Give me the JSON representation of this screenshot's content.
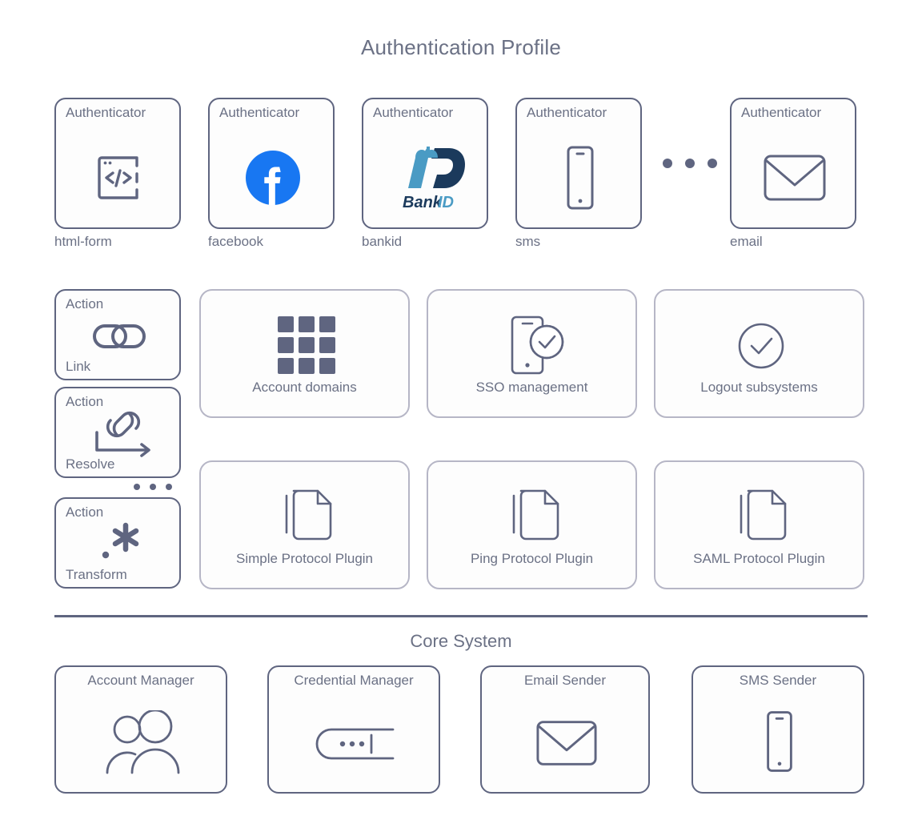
{
  "title": "Authentication Profile",
  "core_title": "Core System",
  "authenticators": {
    "card_caption": "Authenticator",
    "items": [
      {
        "label": "html-form",
        "icon": "code-window-icon"
      },
      {
        "label": "facebook",
        "icon": "facebook-icon"
      },
      {
        "label": "bankid",
        "icon": "bankid-icon"
      },
      {
        "label": "sms",
        "icon": "phone-icon"
      },
      {
        "label": "email",
        "icon": "envelope-icon"
      }
    ],
    "ellipsis": "more-authenticators-ellipsis"
  },
  "actions": {
    "card_caption": "Action",
    "items": [
      {
        "label": "Link",
        "icon": "chain-link-icon"
      },
      {
        "label": "Resolve",
        "icon": "chain-link-arrow-icon"
      },
      {
        "label": "Transform",
        "icon": "asterisk-icon"
      }
    ],
    "ellipsis": "more-actions-ellipsis"
  },
  "modules": [
    {
      "label": "Account domains",
      "icon": "grid-squares-icon"
    },
    {
      "label": "SSO management",
      "icon": "phone-check-icon"
    },
    {
      "label": "Logout subsystems",
      "icon": "check-circle-icon"
    },
    {
      "label": "Simple Protocol Plugin",
      "icon": "document-icon"
    },
    {
      "label": "Ping Protocol Plugin",
      "icon": "document-icon"
    },
    {
      "label": "SAML Protocol Plugin",
      "icon": "document-icon"
    }
  ],
  "core_modules": [
    {
      "label": "Account Manager",
      "icon": "users-icon"
    },
    {
      "label": "Credential Manager",
      "icon": "password-field-icon"
    },
    {
      "label": "Email Sender",
      "icon": "envelope-icon"
    },
    {
      "label": "SMS Sender",
      "icon": "phone-icon"
    }
  ],
  "colors": {
    "stroke": "#5f6580",
    "text": "#6b7185",
    "light_border": "#b6b6c6",
    "facebook_blue": "#1877F2",
    "bankid_light": "#4a9bc4",
    "bankid_dark": "#1b3a5c"
  },
  "bankid_wordmark": {
    "bank": "Bank",
    "id": "ID"
  },
  "code_glyph": "</>"
}
